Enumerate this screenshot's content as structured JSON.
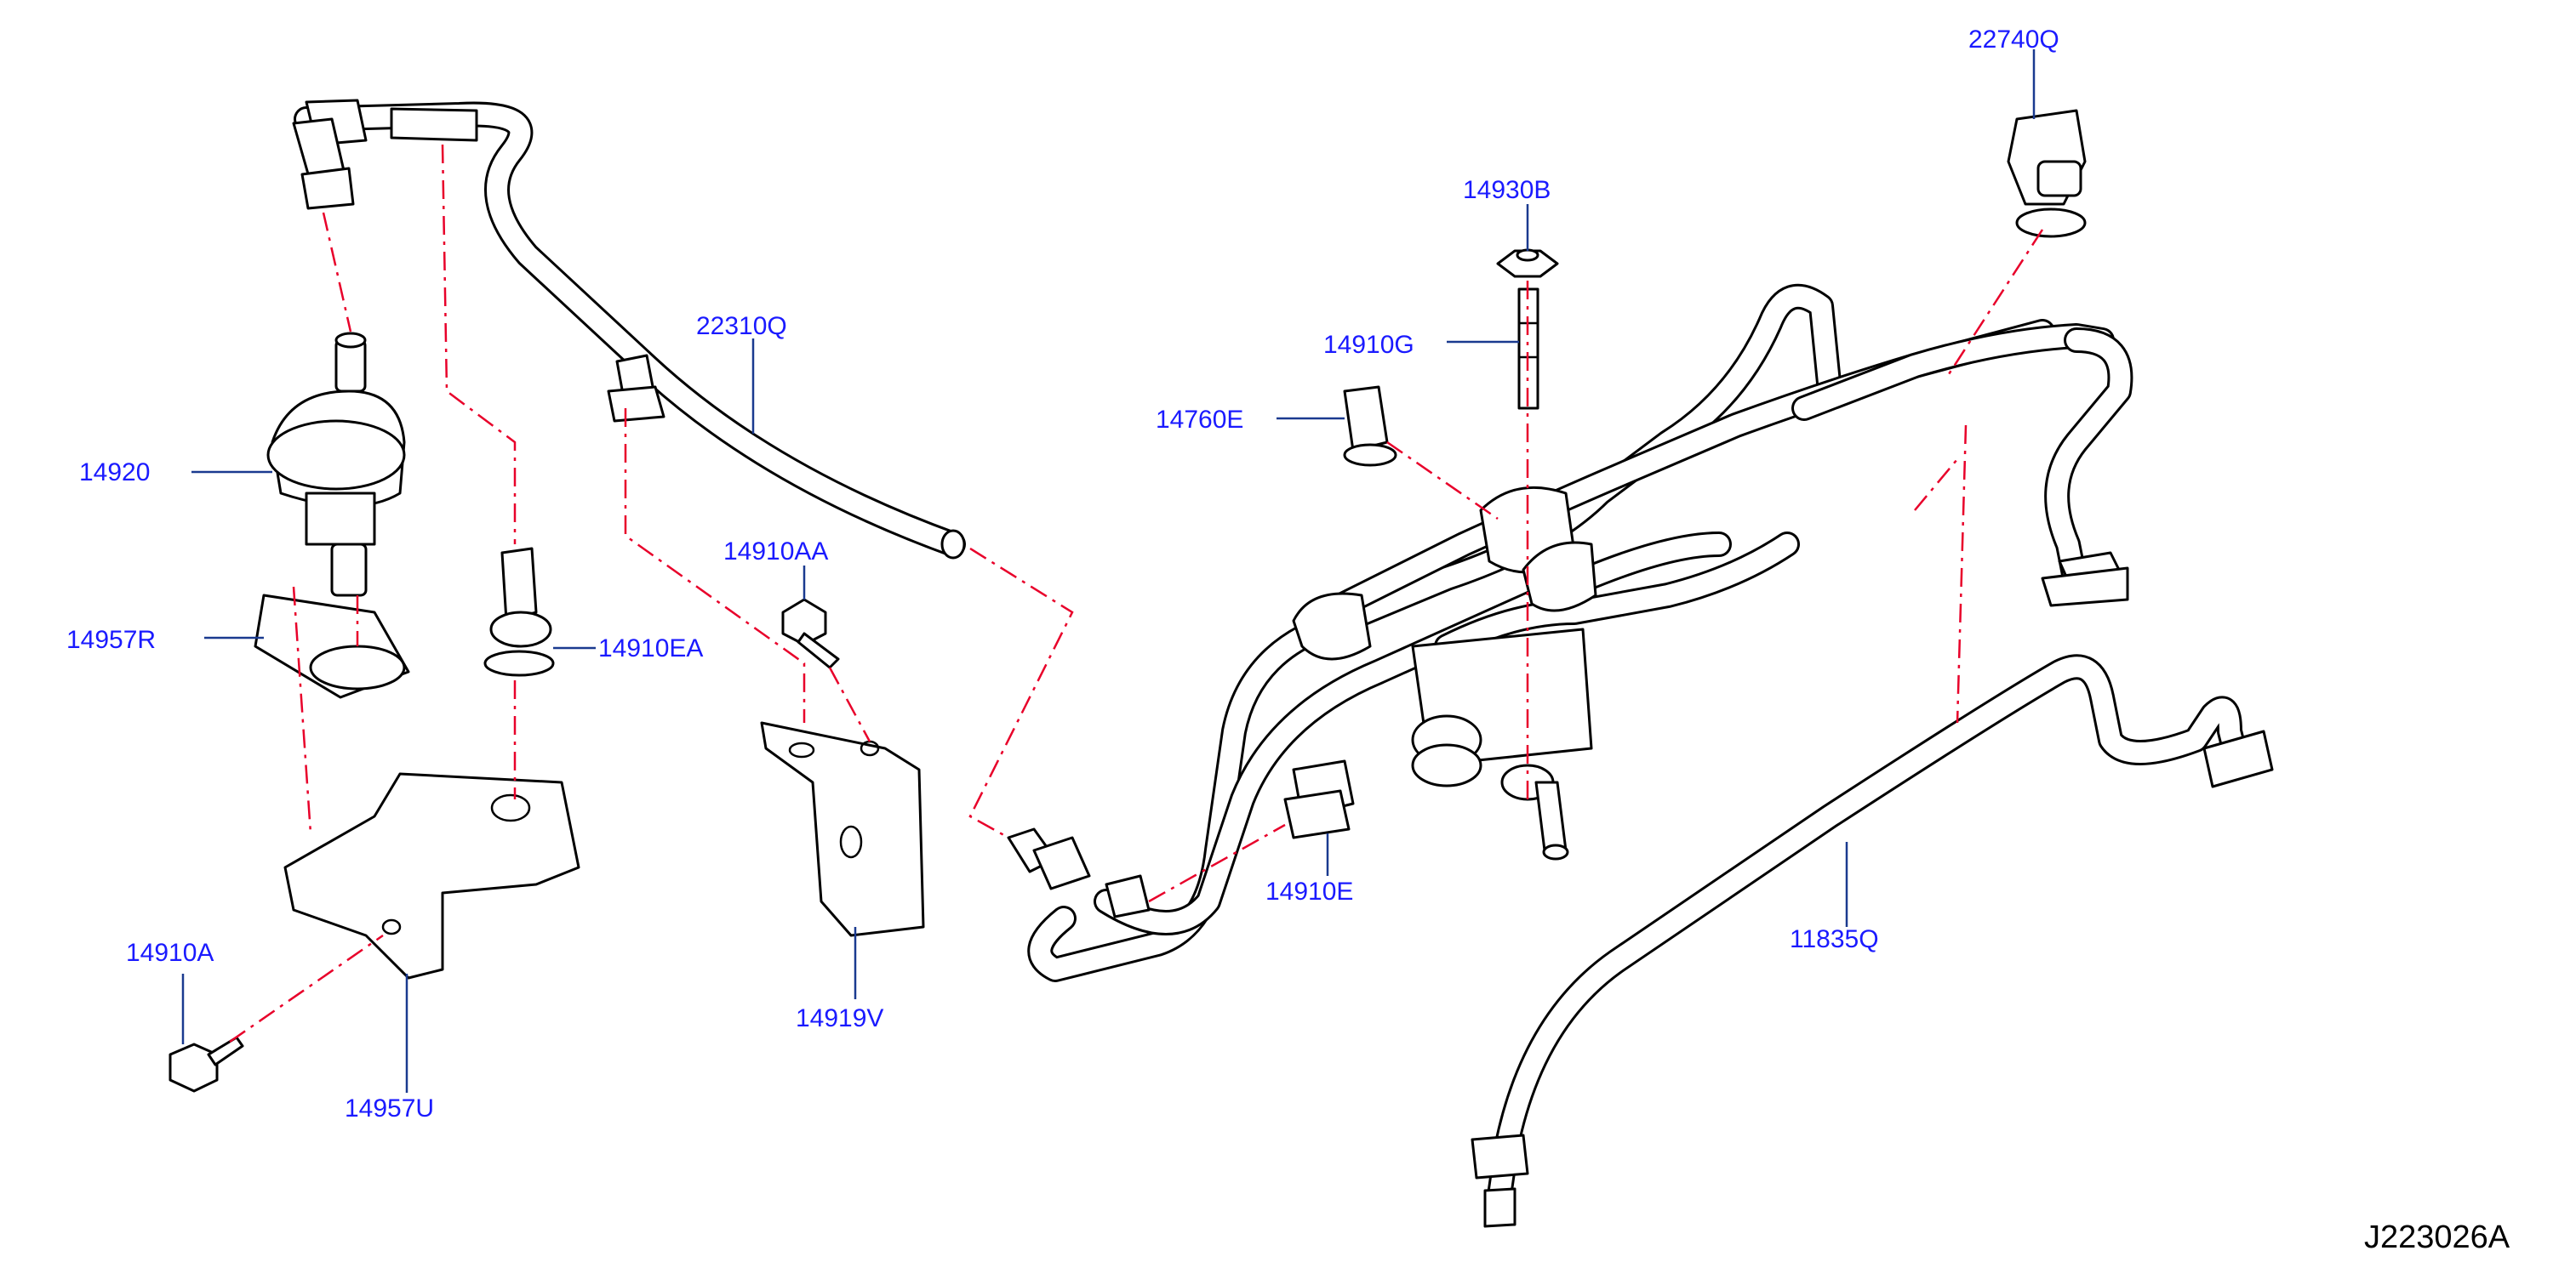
{
  "diagram": {
    "id": "J223026A",
    "colors": {
      "callout": "#1a1aff",
      "leader": "#1a3a8f",
      "centerline": "#e8002a",
      "outline": "#000000"
    },
    "callouts": {
      "c22740Q": "22740Q",
      "c14930B": "14930B",
      "c22310Q": "22310Q",
      "c14910G": "14910G",
      "c14760E": "14760E",
      "c14920": "14920",
      "c14910AA": "14910AA",
      "c14957R": "14957R",
      "c14910EA": "14910EA",
      "c14910E": "14910E",
      "c11835Q": "11835Q",
      "c14910A": "14910A",
      "c14919V": "14919V",
      "c14957U": "14957U"
    }
  }
}
